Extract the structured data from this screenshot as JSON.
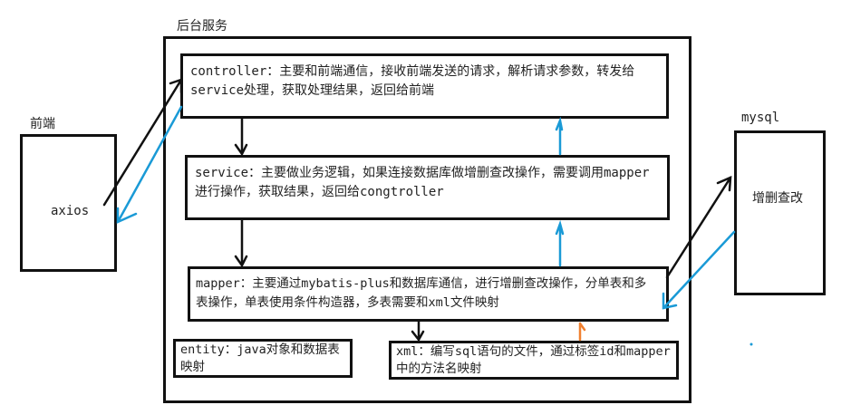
{
  "backend": {
    "title": "后台服务"
  },
  "frontend": {
    "title": "前端",
    "content": "axios"
  },
  "database": {
    "title": "mysql",
    "content": "增删查改"
  },
  "layers": {
    "controller": "controller：主要和前端通信，接收前端发送的请求，解析请求参数，转发给service处理，获取处理结果，返回给前端",
    "service": "service：主要做业务逻辑，如果连接数据库做增删查改操作，需要调用mapper进行操作，获取结果，返回给congtroller",
    "mapper": "mapper：主要通过mybatis-plus和数据库通信，进行增删查改操作，分单表和多表操作，单表使用条件构造器，多表需要和xml文件映射",
    "entity": "entity：java对象和数据表映射",
    "xml": "xml：编写sql语句的文件，通过标签id和mapper中的方法名映射"
  },
  "colors": {
    "request": "#111111",
    "response": "#1a9ad6",
    "xml_link": "#f08030"
  }
}
